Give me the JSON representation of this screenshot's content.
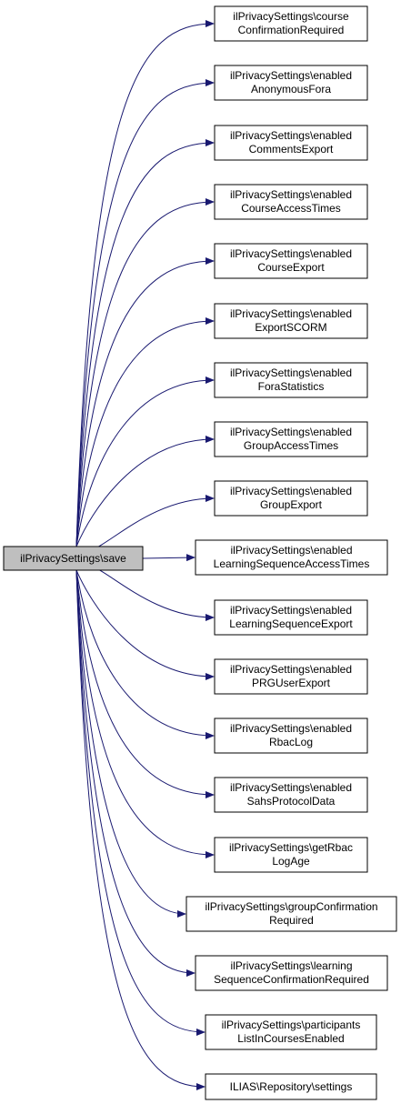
{
  "root": {
    "label": "ilPrivacySettings\\save"
  },
  "nodes": [
    {
      "lines": [
        "ilPrivacySettings\\course",
        "ConfirmationRequired"
      ]
    },
    {
      "lines": [
        "ilPrivacySettings\\enabled",
        "AnonymousFora"
      ]
    },
    {
      "lines": [
        "ilPrivacySettings\\enabled",
        "CommentsExport"
      ]
    },
    {
      "lines": [
        "ilPrivacySettings\\enabled",
        "CourseAccessTimes"
      ]
    },
    {
      "lines": [
        "ilPrivacySettings\\enabled",
        "CourseExport"
      ]
    },
    {
      "lines": [
        "ilPrivacySettings\\enabled",
        "ExportSCORM"
      ]
    },
    {
      "lines": [
        "ilPrivacySettings\\enabled",
        "ForaStatistics"
      ]
    },
    {
      "lines": [
        "ilPrivacySettings\\enabled",
        "GroupAccessTimes"
      ]
    },
    {
      "lines": [
        "ilPrivacySettings\\enabled",
        "GroupExport"
      ]
    },
    {
      "lines": [
        "ilPrivacySettings\\enabled",
        "LearningSequenceAccessTimes"
      ]
    },
    {
      "lines": [
        "ilPrivacySettings\\enabled",
        "LearningSequenceExport"
      ]
    },
    {
      "lines": [
        "ilPrivacySettings\\enabled",
        "PRGUserExport"
      ]
    },
    {
      "lines": [
        "ilPrivacySettings\\enabled",
        "RbacLog"
      ]
    },
    {
      "lines": [
        "ilPrivacySettings\\enabled",
        "SahsProtocolData"
      ]
    },
    {
      "lines": [
        "ilPrivacySettings\\getRbac",
        "LogAge"
      ]
    },
    {
      "lines": [
        "ilPrivacySettings\\groupConfirmation",
        "Required"
      ]
    },
    {
      "lines": [
        "ilPrivacySettings\\learning",
        "SequenceConfirmationRequired"
      ]
    },
    {
      "lines": [
        "ilPrivacySettings\\participants",
        "ListInCoursesEnabled"
      ]
    },
    {
      "lines": [
        "ILIAS\\Repository\\settings"
      ]
    }
  ],
  "colors": {
    "edge": "#191970",
    "root_fill": "#bfbfbf",
    "node_fill": "#ffffff",
    "border": "#000000"
  }
}
